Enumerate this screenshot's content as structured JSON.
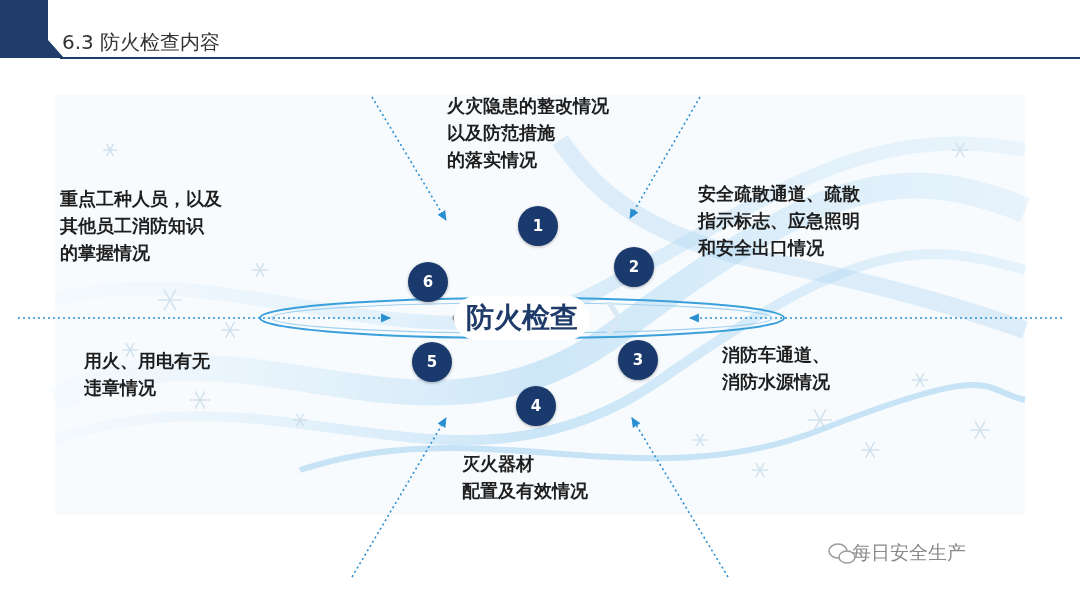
{
  "diagram": {
    "title": "6.3 防火检查内容",
    "nodes": [
      {
        "text": [
          "防火检查"
        ]
      },
      {
        "text": [
          "1"
        ]
      },
      {
        "text": [
          "2"
        ]
      },
      {
        "text": [
          "3"
        ]
      },
      {
        "text": [
          "4"
        ]
      },
      {
        "text": [
          "5"
        ]
      },
      {
        "text": [
          "6"
        ]
      }
    ],
    "labels": [
      "火灾隐患的整改情况 以及防范措施 的落实情况",
      "安全疏散通道、疏散 指示标志、应急照明 和安全出口情况",
      "消防车通道、 消防水源情况",
      "灭火器材 配置及有效情况",
      "用火、用电有无 违章情况",
      "重点工种人员，以及 其他员工消防知识 的掌握情况",
      "每日安全生产"
    ]
  }
}
